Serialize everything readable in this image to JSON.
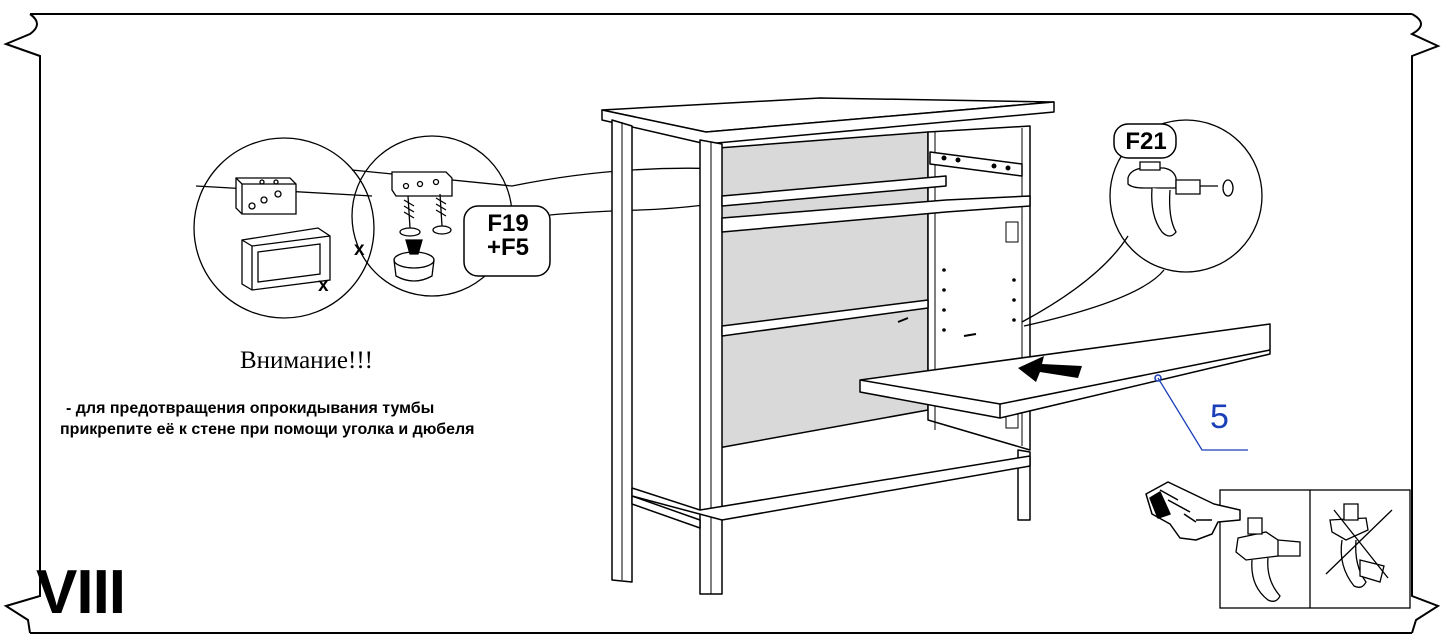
{
  "step": {
    "number": "VIII"
  },
  "warning": {
    "title": "Внимание!!!",
    "line_1": "- для предотвращения опрокидывания тумбы",
    "line_2": "прикрепите её к стене при помощи уголка и дюбеля"
  },
  "callouts": {
    "fastener_group": {
      "line_1": "F19",
      "line_2": "+F5"
    },
    "shelf_support": "F21"
  },
  "parts": {
    "shelf": "5"
  },
  "markers": {
    "multiply_1": "x",
    "multiply_2": "x"
  },
  "colors": {
    "line": "#000000",
    "back_panel": "#d9d9d9",
    "part_number": "#1a3fb8"
  },
  "icons": {
    "pointing_hand": "hand-pointing-icon",
    "insert_arrow": "arrow-left-icon"
  }
}
